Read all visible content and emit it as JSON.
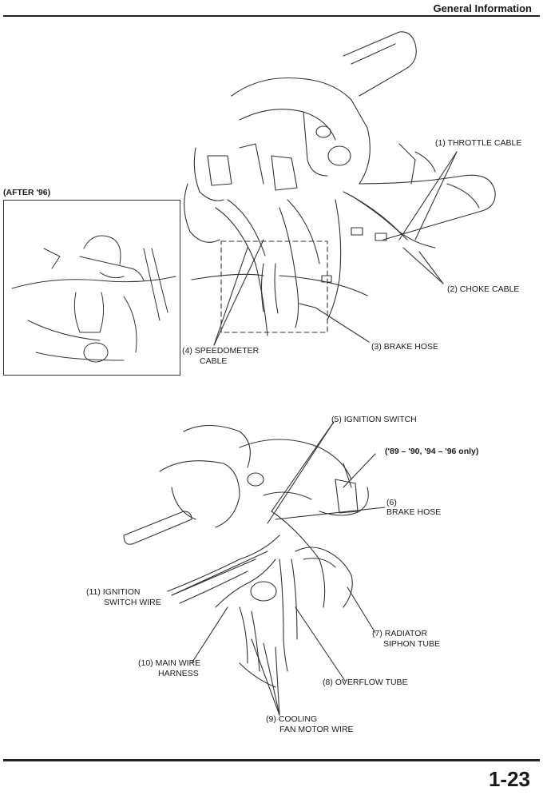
{
  "header": {
    "section_title": "General Information"
  },
  "figure_top": {
    "inset_label": "(AFTER '96)",
    "callouts": {
      "throttle_cable": "(1) THROTTLE CABLE",
      "choke_cable": "(2) CHOKE CABLE",
      "brake_hose": "(3) BRAKE HOSE",
      "speedometer_cable_1": "(4) SPEEDOMETER",
      "speedometer_cable_2": "CABLE"
    }
  },
  "figure_bottom": {
    "callouts": {
      "ignition_switch": "(5) IGNITION SWITCH",
      "years_note": "('89 – '90, '94 – '96 only)",
      "brake_hose_num": "(6)",
      "brake_hose": "BRAKE HOSE",
      "radiator_siphon_1": "(7) RADIATOR",
      "radiator_siphon_2": "SIPHON TUBE",
      "overflow_tube": "(8) OVERFLOW TUBE",
      "cooling_fan_1": "(9) COOLING",
      "cooling_fan_2": "FAN MOTOR WIRE",
      "main_wire_1": "(10) MAIN WIRE",
      "main_wire_2": "HARNESS",
      "ignition_wire_1": "(11) IGNITION",
      "ignition_wire_2": "SWITCH WIRE"
    }
  },
  "footer": {
    "page_number": "1-23"
  }
}
